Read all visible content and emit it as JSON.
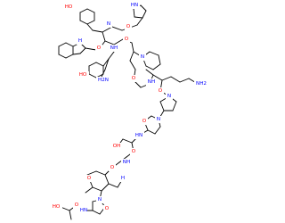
{
  "structure": {
    "colors": {
      "bond": "#000000",
      "oxygen": "#ff0000",
      "nitrogen": "#0000ff",
      "background": "#ffffff"
    },
    "labels": {
      "oh_tyrosine_top": "HO",
      "nh_top": "HN",
      "nh_indole": "H",
      "h2n_side": "H2N",
      "nh2_lysine": "NH2",
      "oh_tyrosine_left": "HO",
      "o": "O",
      "nh": "NH",
      "n": "N",
      "hn": "HN",
      "h": "H",
      "oh": "OH",
      "ho_bottom": "HO"
    }
  }
}
